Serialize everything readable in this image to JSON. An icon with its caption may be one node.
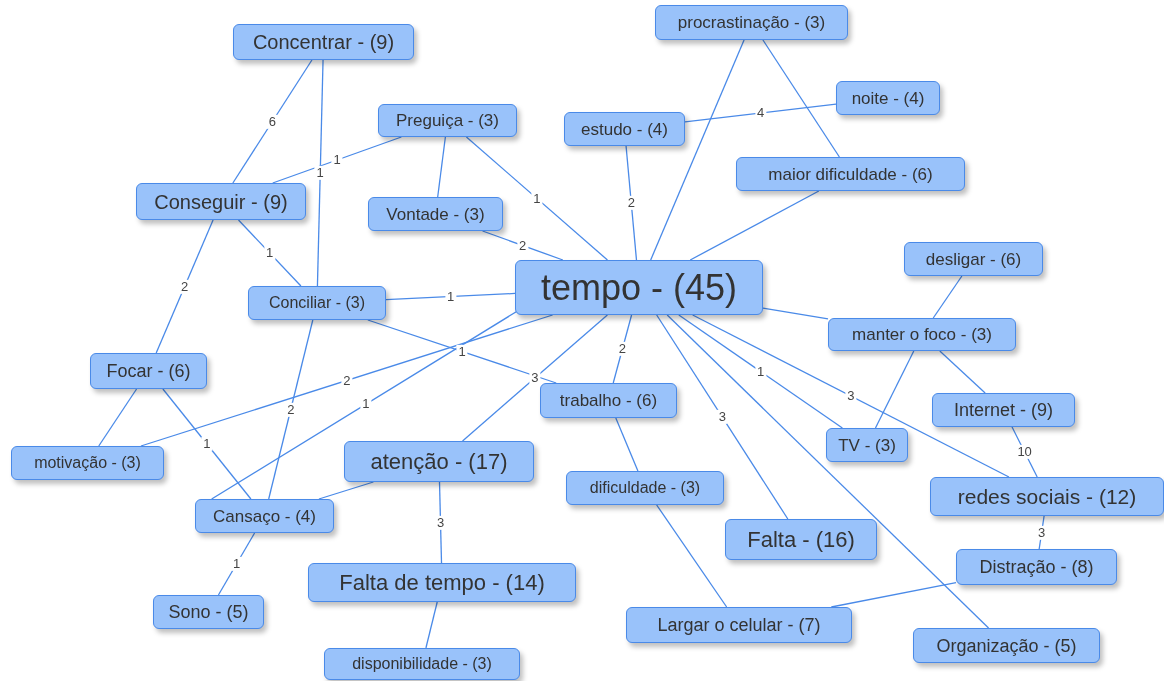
{
  "diagram": {
    "nodes": [
      {
        "text": [
          "Concentrar - (9)"
        ]
      },
      {
        "text": [
          "procrastinação - (3)"
        ]
      },
      {
        "text": [
          "Preguiça - (3)"
        ]
      },
      {
        "text": [
          "estudo - (4)"
        ]
      },
      {
        "text": [
          "noite - (4)"
        ]
      },
      {
        "text": [
          "maior dificuldade - (6)"
        ]
      },
      {
        "text": [
          "Conseguir - (9)"
        ]
      },
      {
        "text": [
          "Vontade - (3)"
        ]
      },
      {
        "text": [
          "desligar - (6)"
        ]
      },
      {
        "text": [
          "tempo - (45)"
        ]
      },
      {
        "text": [
          "Conciliar - (3)"
        ]
      },
      {
        "text": [
          "manter o foco - (3)"
        ]
      },
      {
        "text": [
          "Focar - (6)"
        ]
      },
      {
        "text": [
          "trabalho - (6)"
        ]
      },
      {
        "text": [
          "Internet - (9)"
        ]
      },
      {
        "text": [
          "motivação - (3)"
        ]
      },
      {
        "text": [
          "TV - (3)"
        ]
      },
      {
        "text": [
          "atenção - (17)"
        ]
      },
      {
        "text": [
          "redes sociais - (12)"
        ]
      },
      {
        "text": [
          "dificuldade - (3)"
        ]
      },
      {
        "text": [
          "Cansaço - (4)"
        ]
      },
      {
        "text": [
          "Falta - (16)"
        ]
      },
      {
        "text": [
          "Distração - (8)"
        ]
      },
      {
        "text": [
          "Sono - (5)"
        ]
      },
      {
        "text": [
          "Falta de tempo - (14)"
        ]
      },
      {
        "text": [
          "Largar o celular - (7)"
        ]
      },
      {
        "text": [
          "Organização - (5)"
        ]
      },
      {
        "text": [
          "disponibilidade - (3)"
        ]
      }
    ],
    "edges": [
      {
        "from": 0,
        "to": 6,
        "arrow": "none",
        "label": "6"
      },
      {
        "from": 0,
        "to": 10,
        "arrow": "none",
        "label": "1"
      },
      {
        "from": 2,
        "to": 6,
        "arrow": "none",
        "label": "1"
      },
      {
        "from": 2,
        "to": 7,
        "arrow": "none"
      },
      {
        "from": 2,
        "to": 9,
        "arrow": "none",
        "label": "1"
      },
      {
        "from": 7,
        "to": 9,
        "arrow": "none",
        "label": "2"
      },
      {
        "from": 3,
        "to": 4,
        "arrow": "none",
        "label": "4"
      },
      {
        "from": 3,
        "to": 9,
        "arrow": "none",
        "label": "2"
      },
      {
        "from": 1,
        "to": 9,
        "arrow": "none"
      },
      {
        "from": 1,
        "to": 5,
        "arrow": "none"
      },
      {
        "from": 5,
        "to": 9,
        "arrow": "none"
      },
      {
        "from": 6,
        "to": 10,
        "arrow": "none",
        "label": "1"
      },
      {
        "from": 6,
        "to": 12,
        "arrow": "none",
        "label": "2"
      },
      {
        "from": 10,
        "to": 9,
        "arrow": "none",
        "label": "1"
      },
      {
        "from": 10,
        "to": 13,
        "arrow": "none",
        "label": "1"
      },
      {
        "from": 15,
        "to": 9,
        "arrow": "none",
        "label": "2"
      },
      {
        "from": 10,
        "to": 20,
        "arrow": "none",
        "label": "2"
      },
      {
        "from": 12,
        "to": 15,
        "arrow": "none"
      },
      {
        "from": 12,
        "to": 20,
        "arrow": "none",
        "label": "1"
      },
      {
        "from": 20,
        "to": 23,
        "arrow": "none",
        "label": "1"
      },
      {
        "from": 20,
        "to": 17,
        "arrow": "none"
      },
      {
        "from": 20,
        "to": 9,
        "arrow": "none",
        "label": "1"
      },
      {
        "from": 17,
        "to": 9,
        "arrow": "none",
        "label": "3"
      },
      {
        "from": 17,
        "to": 24,
        "arrow": "none",
        "label": "3"
      },
      {
        "from": 24,
        "to": 27,
        "arrow": "none"
      },
      {
        "from": 9,
        "to": 13,
        "arrow": "none",
        "label": "2"
      },
      {
        "from": 13,
        "to": 19,
        "arrow": "none"
      },
      {
        "from": 19,
        "to": 25,
        "arrow": "none"
      },
      {
        "from": 9,
        "to": 21,
        "arrow": "none",
        "label": "3"
      },
      {
        "from": 9,
        "to": 26,
        "arrow": "none"
      },
      {
        "from": 9,
        "to": 16,
        "arrow": "none",
        "label": "1"
      },
      {
        "from": 9,
        "to": 18,
        "arrow": "none",
        "label": "3"
      },
      {
        "from": 9,
        "to": 11,
        "arrow": "none"
      },
      {
        "from": 8,
        "to": 11,
        "arrow": "none"
      },
      {
        "from": 11,
        "to": 16,
        "arrow": "none"
      },
      {
        "from": 11,
        "to": 14,
        "arrow": "none"
      },
      {
        "from": 14,
        "to": 18,
        "arrow": "none",
        "label": "10"
      },
      {
        "from": 18,
        "to": 22,
        "arrow": "none",
        "label": "3"
      },
      {
        "from": 22,
        "to": 25,
        "arrow": "none"
      }
    ]
  }
}
